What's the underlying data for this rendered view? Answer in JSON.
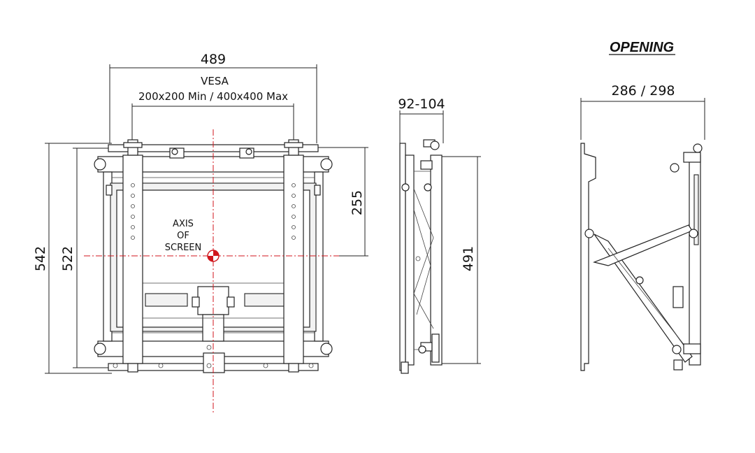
{
  "drawing": {
    "front": {
      "width_label": "489",
      "vesa_label": "VESA",
      "vesa_range": "200x200 Min / 400x400 Max",
      "height_outer": "542",
      "height_inner": "522",
      "axis_offset": "255",
      "axis_line1": "AXIS",
      "axis_line2": "OF",
      "axis_line3": "SCREEN"
    },
    "side": {
      "depth_label": "92-104",
      "height_label": "491"
    },
    "opening": {
      "title": "OPENING",
      "depth_label": "286 / 298"
    },
    "colors": {
      "axis": "#d0161c",
      "line": "#222222"
    }
  }
}
